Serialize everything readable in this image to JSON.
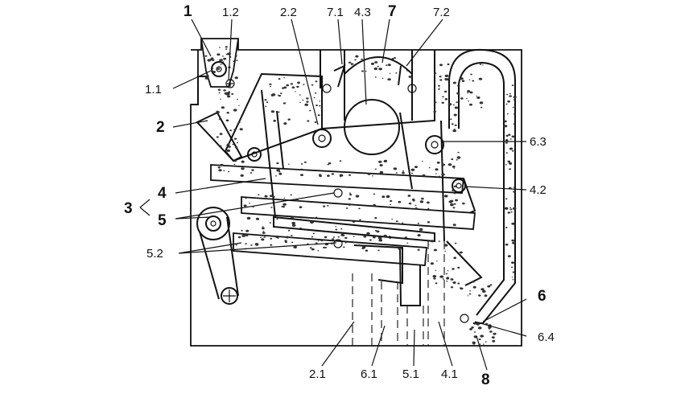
{
  "labels": {
    "l1": "1",
    "l1_2": "1.2",
    "l2_2": "2.2",
    "l7_1": "7.1",
    "l4_3": "4.3",
    "l7": "7",
    "l7_2": "7.2",
    "l1_1": "1.1",
    "l2": "2",
    "l6_3": "6.3",
    "l4": "4",
    "l4_2": "4.2",
    "l3": "3",
    "l5": "5",
    "l5_2": "5.2",
    "l6": "6",
    "l6_4": "6.4",
    "l2_1": "2.1",
    "l6_1": "6.1",
    "l5_1": "5.1",
    "l4_1": "4.1",
    "l8": "8"
  },
  "colors": {
    "ink": "#111111",
    "paper": "#ffffff"
  }
}
